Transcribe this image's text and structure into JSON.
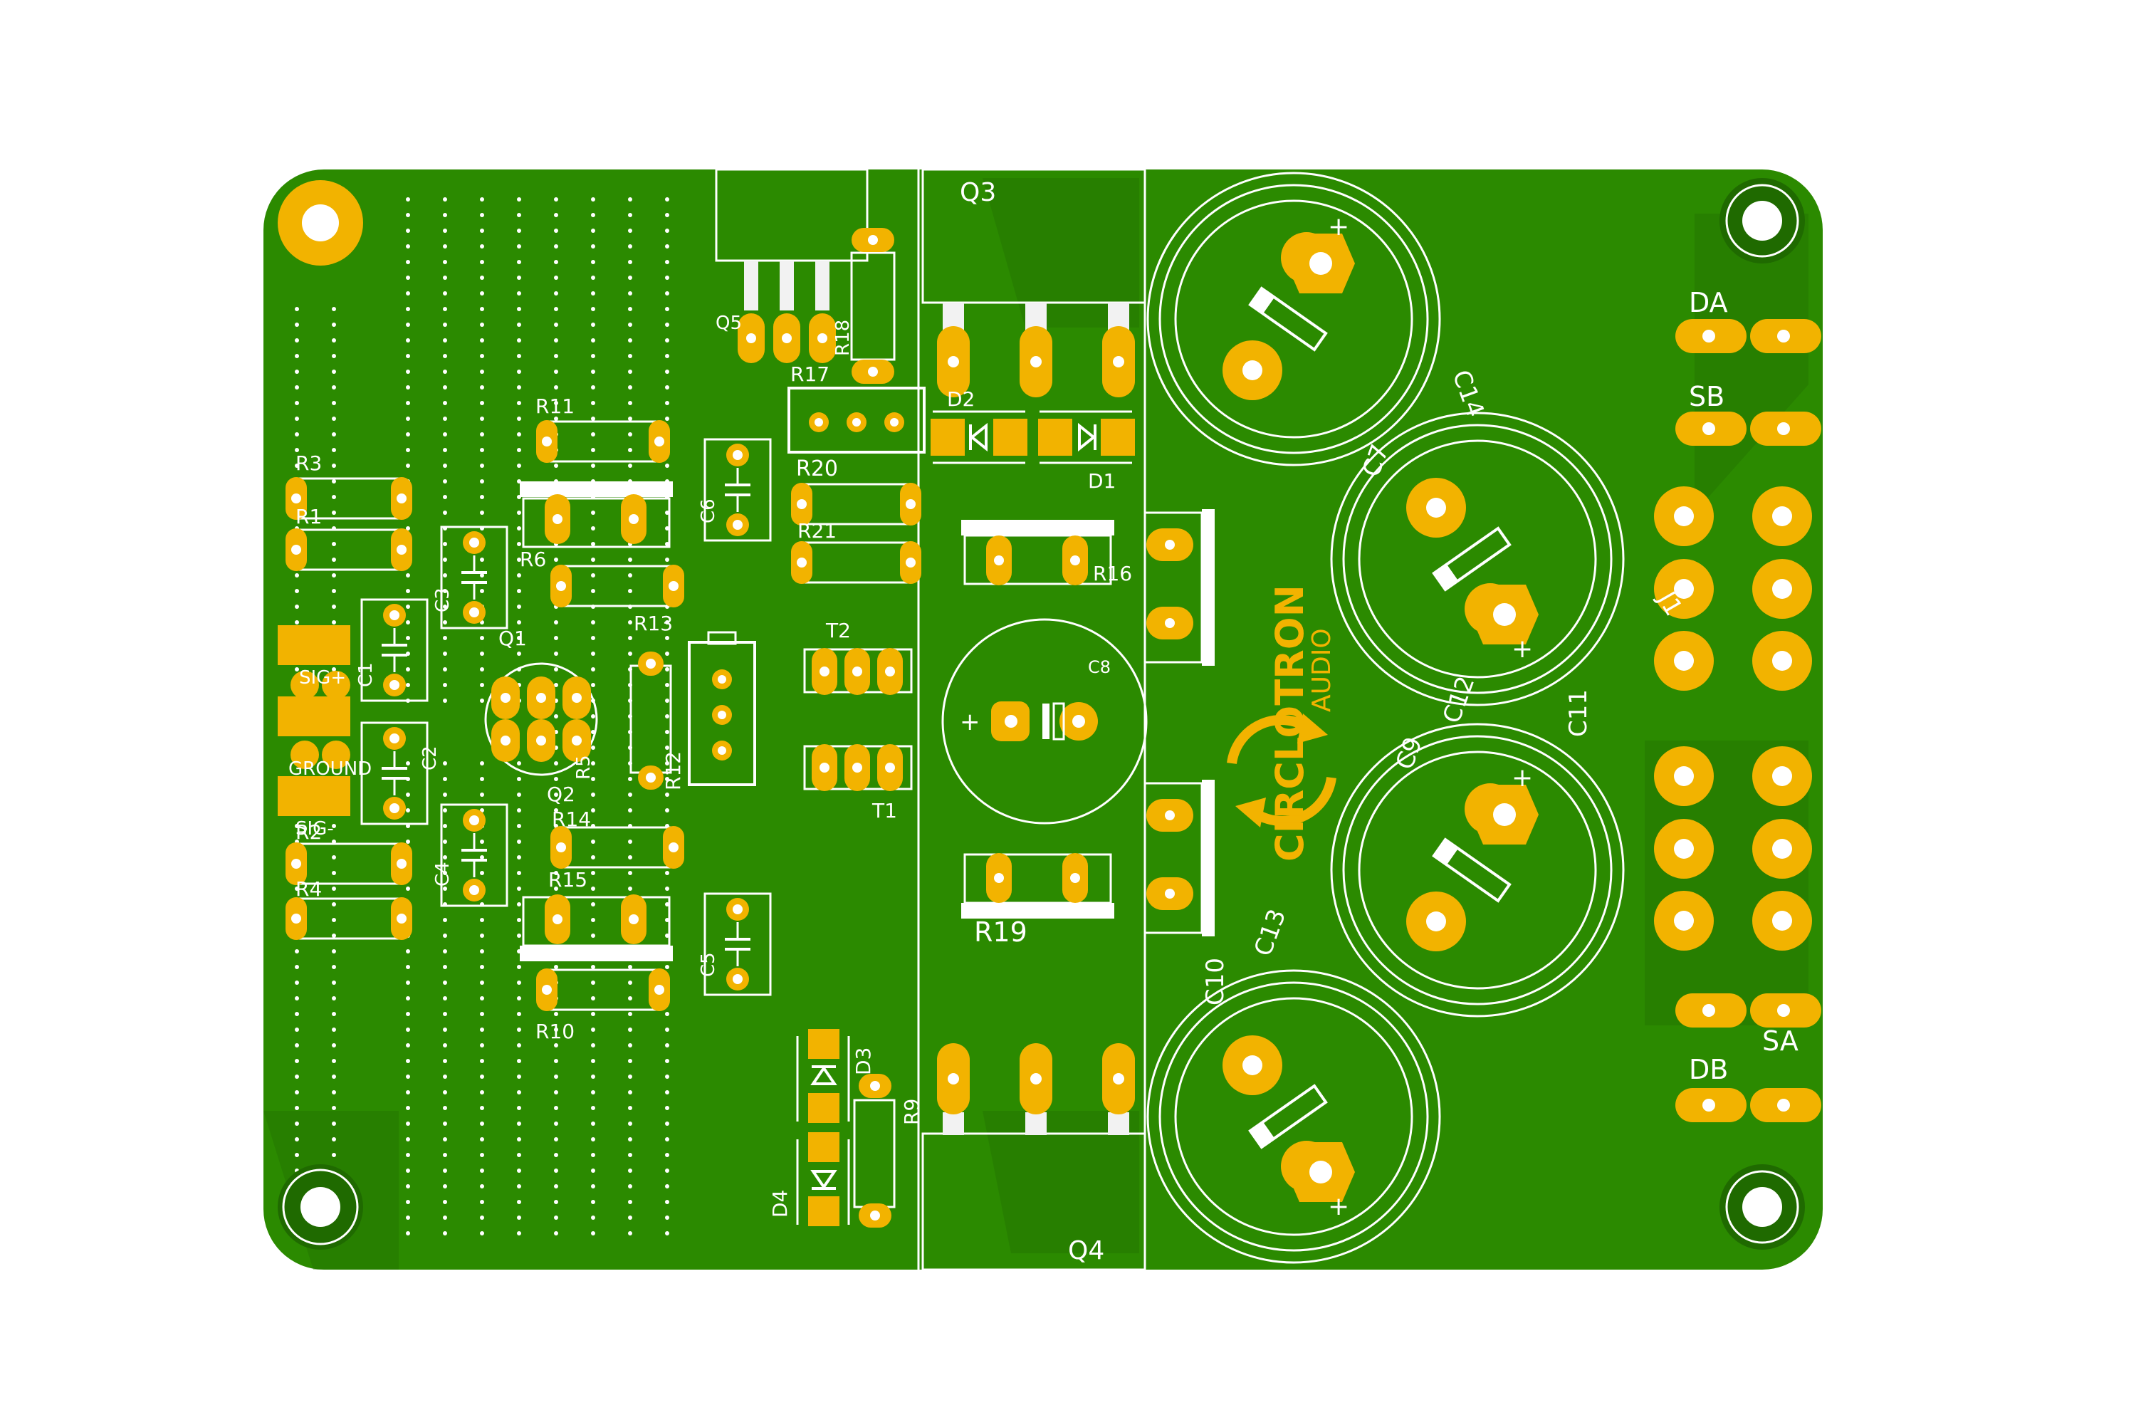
{
  "colors": {
    "background": "#ffffff",
    "board": "#2b8a00",
    "board_dark": "#1f6a00",
    "copper_pad": "#f2b300",
    "silkscreen": "#ffffff",
    "logo": "#f2b300"
  },
  "board": {
    "refs": {
      "q3": "Q3",
      "q4": "Q4",
      "q5": "Q5",
      "q1": "Q1",
      "q2": "Q2",
      "r1": "R1",
      "r2": "R2",
      "r3": "R3",
      "r4": "R4",
      "r5": "R5",
      "r6": "R6",
      "r9": "R9",
      "r10": "R10",
      "r11": "R11",
      "r12": "R12",
      "r13": "R13",
      "r14": "R14",
      "r15": "R15",
      "r16": "R16",
      "r17": "R17",
      "r18": "R18",
      "r19": "R19",
      "r20": "R20",
      "r21": "R21",
      "c1": "C1",
      "c2": "C2",
      "c3": "C3",
      "c4": "C4",
      "c5": "C5",
      "c6": "C6",
      "c7": "C7",
      "c8": "C8",
      "c9": "C9",
      "c10": "C10",
      "c11": "C11",
      "c12": "C12",
      "c13": "C13",
      "c14": "C14",
      "d1": "D1",
      "d2": "D2",
      "d3": "D3",
      "d4": "D4",
      "t1": "T1",
      "t2": "T2",
      "j1": "J1"
    },
    "connectors": {
      "da": "DA",
      "sb": "SB",
      "sa": "SA",
      "db": "DB",
      "sig_plus": "SIG+",
      "ground": "GROUND",
      "sig_minus": "SIG-"
    },
    "polarity_plus": "+",
    "logo": {
      "line1": "CIRCLOTRON",
      "line2": "AUDIO"
    }
  }
}
